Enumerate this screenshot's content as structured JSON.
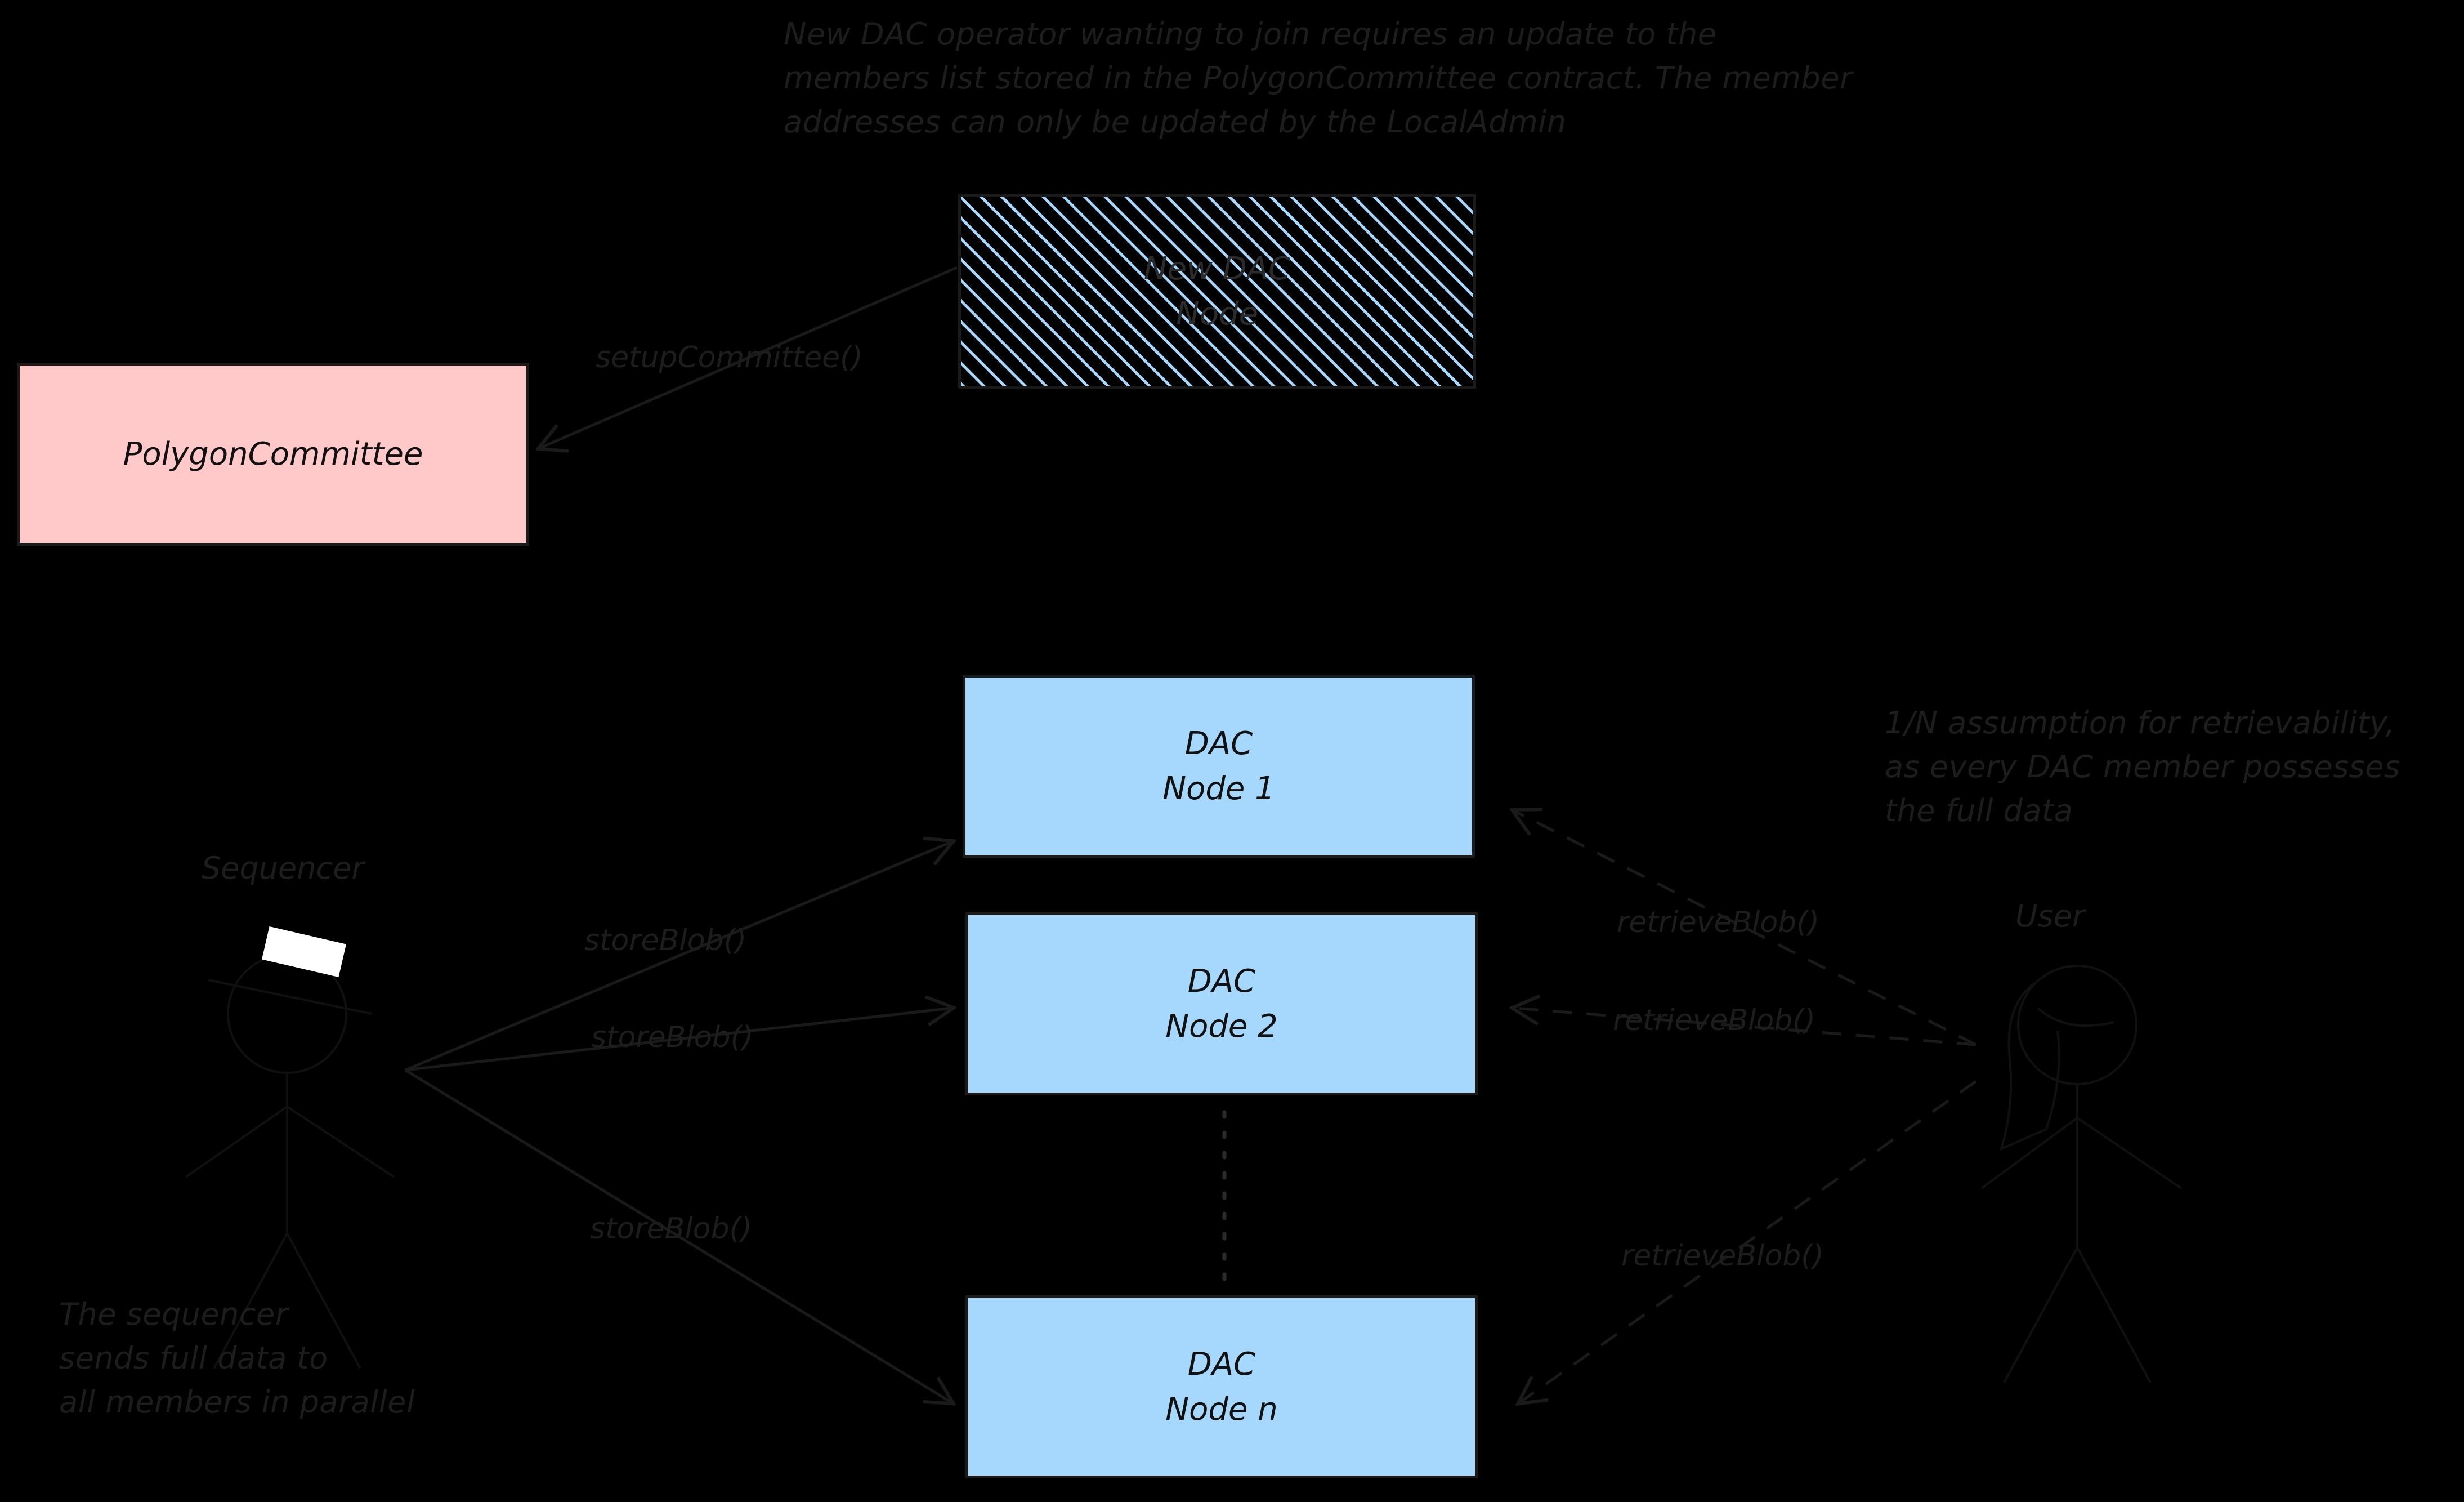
{
  "canvas": {
    "background": "#000000"
  },
  "palette": {
    "node_fill": "#a6d7fc",
    "contract_fill": "#ffc9c9",
    "stroke": "#1a1a1a",
    "text": "#1d1d1d"
  },
  "notes": {
    "top": "New DAC operator wanting to join requires an update to the\nmembers list stored in the PolygonCommittee contract. The member\naddresses can only be updated by the LocalAdmin",
    "right": "1/N assumption for retrievability,\nas every DAC member possesses\nthe full data",
    "bottom_left": "The sequencer\nsends full data to\nall members in parallel"
  },
  "boxes": {
    "new_dac_node": {
      "line1": "New DAC",
      "line2": "Node"
    },
    "polygon_committee": {
      "line1": "PolygonCommittee",
      "line2": ""
    },
    "dac_node_1": {
      "line1": "DAC",
      "line2": "Node 1"
    },
    "dac_node_2": {
      "line1": "DAC",
      "line2": "Node 2"
    },
    "dac_node_n": {
      "line1": "DAC",
      "line2": "Node n"
    }
  },
  "actors": {
    "sequencer": {
      "label": "Sequencer"
    },
    "user": {
      "label": "User"
    }
  },
  "edges": {
    "setup_committee": "setupCommittee()",
    "store_blob_1": "storeBlob()",
    "store_blob_2": "storeBlob()",
    "store_blob_n": "storeBlob()",
    "retrieve_blob_1": "retrieveBlob()",
    "retrieve_blob_2": "retrieveBlob()",
    "retrieve_blob_n": "retrieveBlob()"
  }
}
